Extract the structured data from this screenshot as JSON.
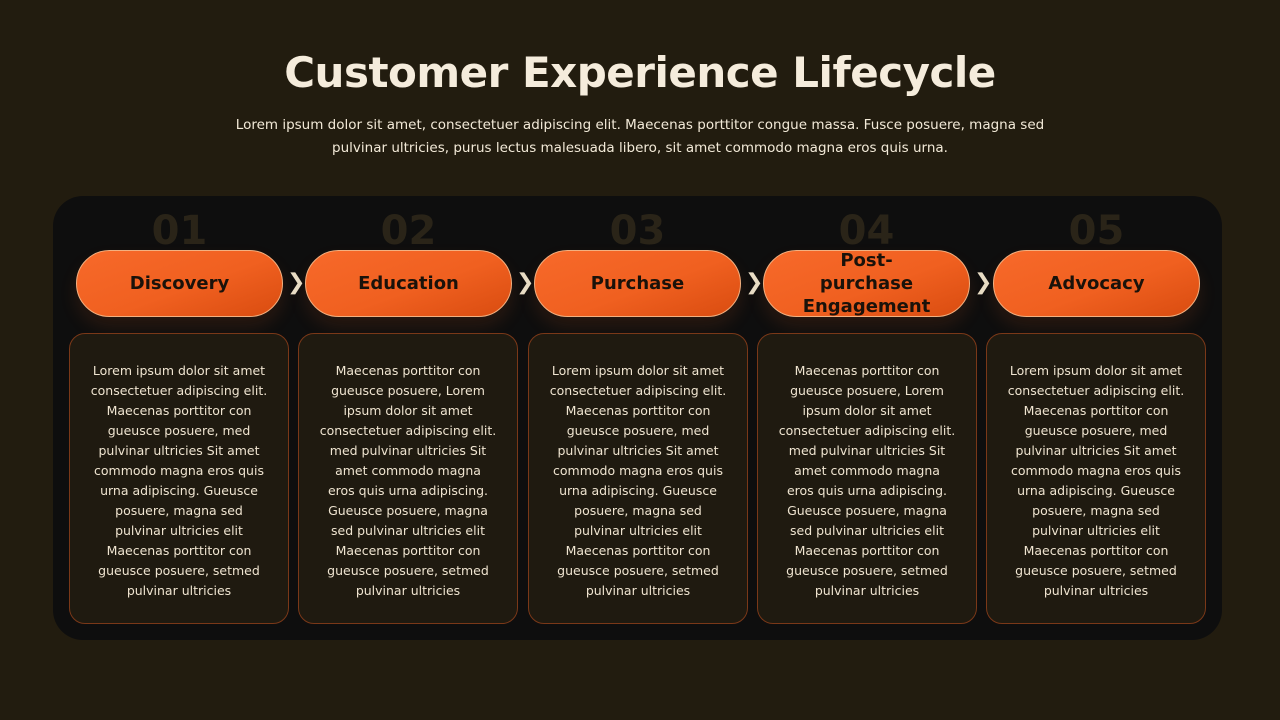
{
  "header": {
    "title": "Customer Experience Lifecycle",
    "subtitle": "Lorem ipsum dolor sit amet, consectetuer adipiscing elit. Maecenas porttitor congue massa. Fusce posuere, magna sed pulvinar ultricies, purus lectus malesuada libero, sit amet commodo magna eros quis urna."
  },
  "colors": {
    "background": "#221c0f",
    "panel": "#0e0e0e",
    "accent": "#f06020"
  },
  "stages": [
    {
      "number": "01",
      "label": "Discovery",
      "text": "Lorem ipsum dolor sit amet\nconsectetuer adipiscing elit.\nMaecenas porttitor con\ngueusce posuere, med\npulvinar ultricies Sit amet\ncommodo magna eros quis\nurna adipiscing. Gueusce\nposuere, magna sed\npulvinar ultricies elit\nMaecenas porttitor con\ngueusce posuere, setmed\npulvinar ultricies"
    },
    {
      "number": "02",
      "label": "Education",
      "text": "Maecenas porttitor con\ngueusce posuere, Lorem\nipsum dolor sit amet\nconsectetuer adipiscing elit.\nmed pulvinar ultricies Sit\namet commodo magna\neros quis urna adipiscing.\nGueusce posuere, magna\nsed pulvinar ultricies elit\nMaecenas porttitor con\ngueusce posuere, setmed\npulvinar ultricies"
    },
    {
      "number": "03",
      "label": "Purchase",
      "text": "Lorem ipsum dolor sit amet\nconsectetuer adipiscing elit.\nMaecenas porttitor con\ngueusce posuere, med\npulvinar ultricies Sit amet\ncommodo magna eros quis\nurna adipiscing. Gueusce\nposuere, magna sed\npulvinar ultricies elit\nMaecenas porttitor con\ngueusce posuere, setmed\npulvinar ultricies"
    },
    {
      "number": "04",
      "label": "Post-purchase Engagement",
      "text": "Maecenas porttitor con\ngueusce posuere, Lorem\nipsum dolor sit amet\nconsectetuer adipiscing elit.\nmed pulvinar ultricies Sit\namet commodo magna\neros quis urna adipiscing.\nGueusce posuere, magna\nsed pulvinar ultricies elit\nMaecenas porttitor con\ngueusce posuere, setmed\npulvinar ultricies"
    },
    {
      "number": "05",
      "label": "Advocacy",
      "text": "Lorem ipsum dolor sit amet\nconsectetuer adipiscing elit.\nMaecenas porttitor con\ngueusce posuere, med\npulvinar ultricies Sit amet\ncommodo magna eros quis\nurna adipiscing. Gueusce\nposuere, magna sed\npulvinar ultricies elit\nMaecenas porttitor con\ngueusce posuere, setmed\npulvinar ultricies"
    }
  ]
}
